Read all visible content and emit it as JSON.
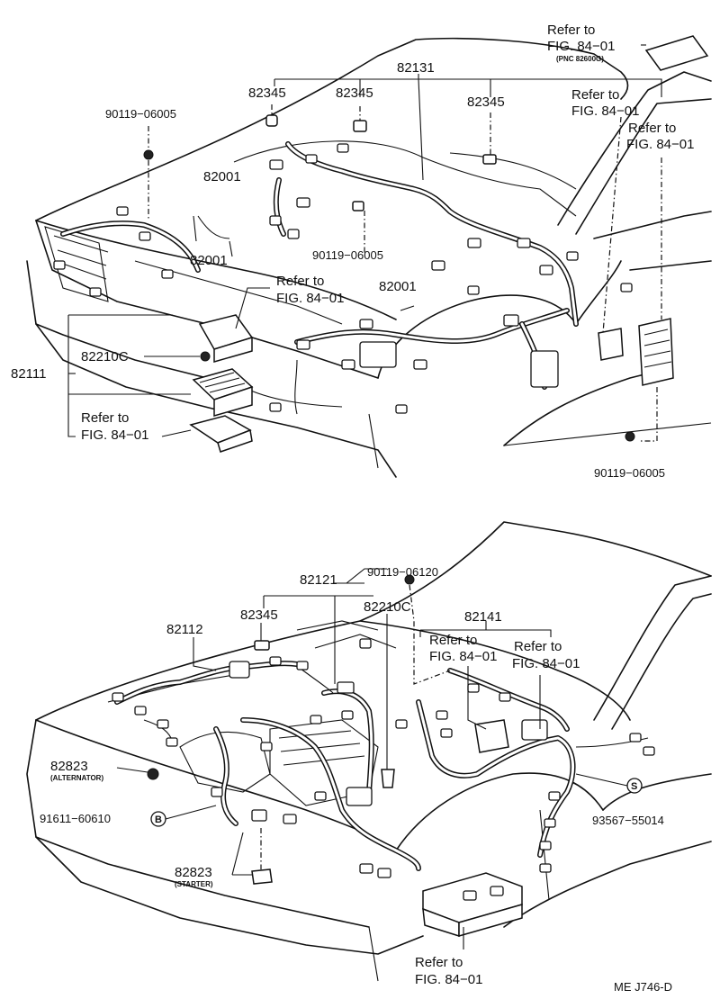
{
  "top_view": {
    "ref_pnc": {
      "line1": "Refer to",
      "line2": "FIG. 84−01",
      "line3": "(PNC 82600G)"
    },
    "ref_right1": {
      "line1": "Refer to",
      "line2": "FIG. 84−01"
    },
    "ref_right2": {
      "line1": "Refer to",
      "line2": "FIG. 84−01"
    },
    "ref_center": {
      "line1": "Refer to",
      "line2": "FIG. 84−01"
    },
    "ref_left": {
      "line1": "Refer to",
      "line2": "FIG. 84−01"
    },
    "part_82131": "82131",
    "part_82345_a": "82345",
    "part_82345_b": "82345",
    "part_82345_c": "82345",
    "bolt_a": "90119−06005",
    "bolt_b": "90119−06005",
    "bolt_c": "90119−06005",
    "part_82001_a": "82001",
    "part_82001_b": "82001",
    "part_82001_c": "82001",
    "part_82210c": "82210C",
    "part_82111": "82111"
  },
  "bottom_view": {
    "bolt_06120": "90119−06120",
    "part_82121": "82121",
    "part_82345": "82345",
    "part_82210c": "82210C",
    "part_82141": "82141",
    "part_82112": "82112",
    "ref_a": {
      "line1": "Refer to",
      "line2": "FIG. 84−01"
    },
    "ref_b": {
      "line1": "Refer to",
      "line2": "FIG. 84−01"
    },
    "ref_bottom": {
      "line1": "Refer to",
      "line2": "FIG. 84−01"
    },
    "part_82823_alt": "82823",
    "alt_note": "(ALTERNATOR)",
    "part_82823_start": "82823",
    "start_note": "(STARTER)",
    "bolt_91611": "91611−60610",
    "marker_b": "B",
    "marker_s": "S",
    "part_93567": "93567−55014"
  },
  "drawing_id": "ME J746-D"
}
